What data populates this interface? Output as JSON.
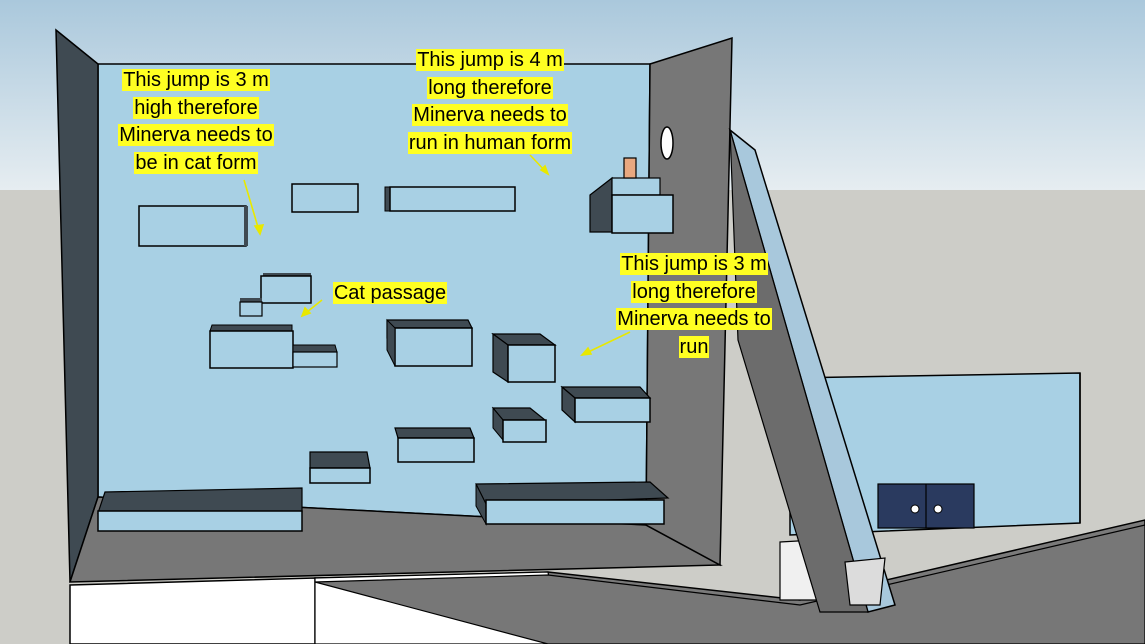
{
  "annotations": {
    "high_jump": [
      "This jump is 3 m",
      "high therefore",
      "Minerva needs to",
      "be in cat form"
    ],
    "long_jump_4m": [
      "This jump is 4 m",
      "long therefore",
      "Minerva needs to",
      "run in human form"
    ],
    "cat_passage": [
      "Cat passage"
    ],
    "long_jump_3m": [
      "This jump is 3 m",
      "long therefore",
      "Minerva needs to",
      "run"
    ]
  },
  "colors": {
    "wall": "#a8d0e4",
    "side_wall": "#3f4a52",
    "floor": "#777777",
    "sky": "#bfd6e4",
    "ground": "#cdcdc8",
    "highlight": "#ffff22",
    "arrow": "#e8e800",
    "door": "#2a3a5f"
  }
}
